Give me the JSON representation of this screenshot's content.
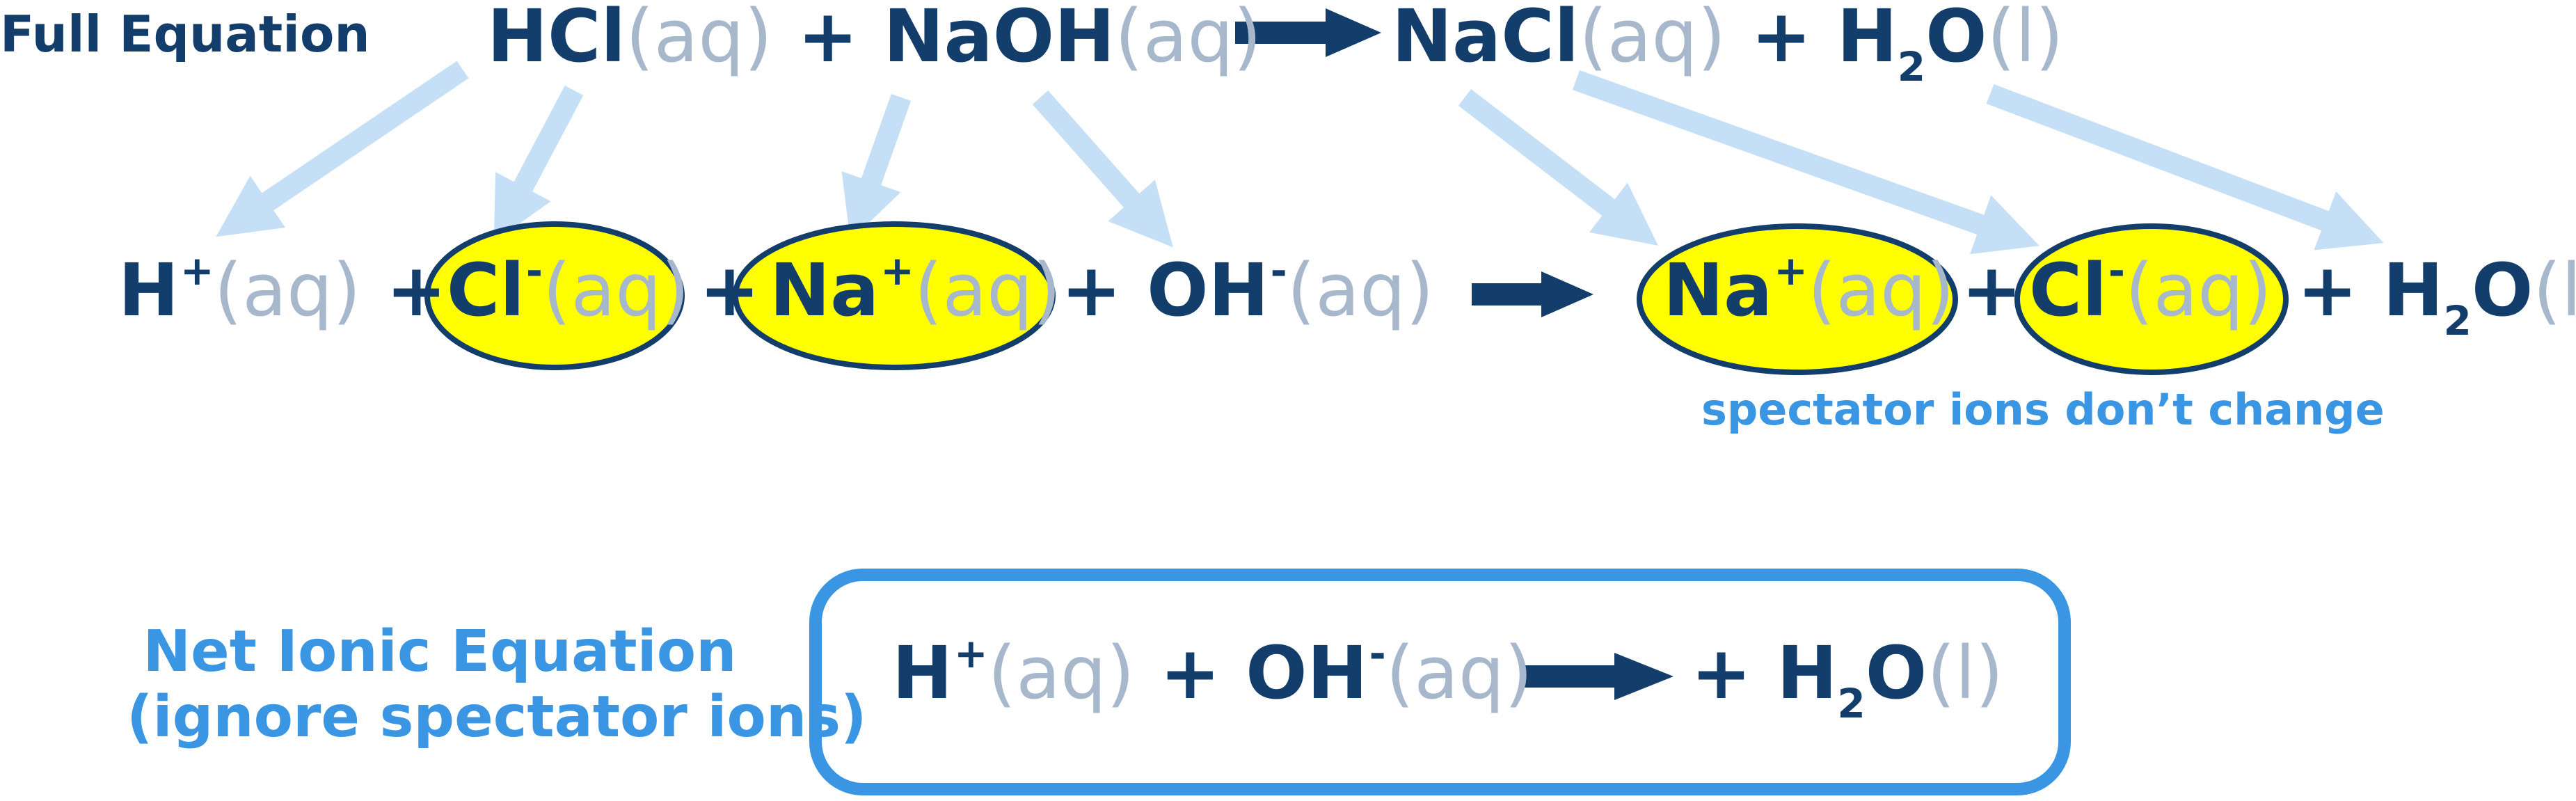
{
  "labels": {
    "full_equation": "Full Equation",
    "spectator_note": "spectator ions don’t change",
    "net_line1": "Net Ionic Equation",
    "net_line2": "(ignore spectator ions)"
  },
  "states": {
    "aq": "(aq)",
    "l": "(l)"
  },
  "full_equation": {
    "reactant1": "HCl",
    "reactant2": "NaOH",
    "product1": "NaCl",
    "product2_main": "H",
    "product2_sub": "2",
    "product2_tail": "O",
    "plus": "+"
  },
  "ionic_equation": {
    "h": "H",
    "h_charge": "+",
    "cl": "Cl",
    "cl_charge": "-",
    "na": "Na",
    "na_charge": "+",
    "oh": "OH",
    "oh_charge": "-",
    "h2o_h": "H",
    "h2o_sub": "2",
    "h2o_o": "O",
    "plus": "+"
  },
  "colors": {
    "dark_blue": "#133d6b",
    "state_gray": "#a8b8cc",
    "light_arrow": "#c5dff6",
    "highlight": "#ffff00",
    "accent_blue": "#3a95e2"
  }
}
